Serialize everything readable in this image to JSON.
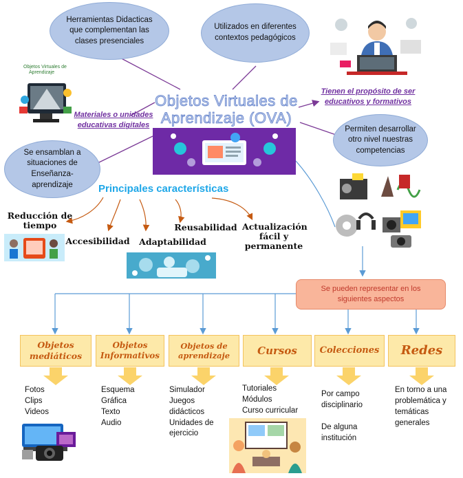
{
  "title": {
    "line1": "Objetos Virtuales de",
    "line2": "Aprendizaje (OVA)"
  },
  "clouds": {
    "tools": "Herramientas Didacticas que complementan las clases presenciales",
    "contexts": "Utilizados en diferentes contextos pedagógicos",
    "situations": "Se ensamblan a situaciones de Enseñanza- aprendizaje",
    "competencies": "Permiten desarrollar otro nivel nuestras competencias"
  },
  "links": {
    "materials": "Materiales o unidades educativas digitales",
    "purpose": "Tienen el propósito de ser educativos y formativos"
  },
  "logo_caption": {
    "line1": "Objetos Virtuales de",
    "line2": "Aprendizaje"
  },
  "characteristics": {
    "heading": "Principales características",
    "items": [
      "Reducción de tiempo",
      "Accesibilidad",
      "Adaptabilidad",
      "Reusabilidad",
      "Actualización fácil y permanente"
    ]
  },
  "represent": "Se pueden representar en los siguientes aspectos",
  "categories": [
    {
      "label": "Objetos mediáticos",
      "items": [
        "Fotos",
        "Clips",
        "Videos"
      ]
    },
    {
      "label": "Objetos Informativos",
      "items": [
        "Esquema",
        "Gráfica",
        "Texto",
        "Audio"
      ]
    },
    {
      "label": "Objetos de aprendizaje",
      "items": [
        "Simulador",
        "Juegos",
        "didácticos",
        "Unidades de",
        "ejercicio"
      ]
    },
    {
      "label": "Cursos",
      "items": [
        "Tutoriales",
        "Módulos",
        "Curso curricular"
      ]
    },
    {
      "label": "Colecciones",
      "items": [
        "Por campo",
        "disciplinario",
        "",
        "De alguna",
        "institución"
      ]
    },
    {
      "label": "Redes",
      "items": [
        "En torno a una",
        "problemática y",
        "temáticas",
        "generales"
      ]
    }
  ],
  "colors": {
    "cloud": "#b4c7e7",
    "purple_line": "#7b3a96",
    "orange_arrow": "#c55a11",
    "blue_line": "#5b9bd5",
    "category_box": "#fde9a9",
    "category_text": "#c55a11",
    "represent_box": "#f9b59a"
  },
  "icons": [
    "person-at-computer-illustration",
    "computer-logo-illustration",
    "ova-banner-illustration",
    "multimedia-icons-illustration",
    "media-kit-illustration",
    "classroom-illustration",
    "students-illustration",
    "hands-technology-illustration"
  ]
}
